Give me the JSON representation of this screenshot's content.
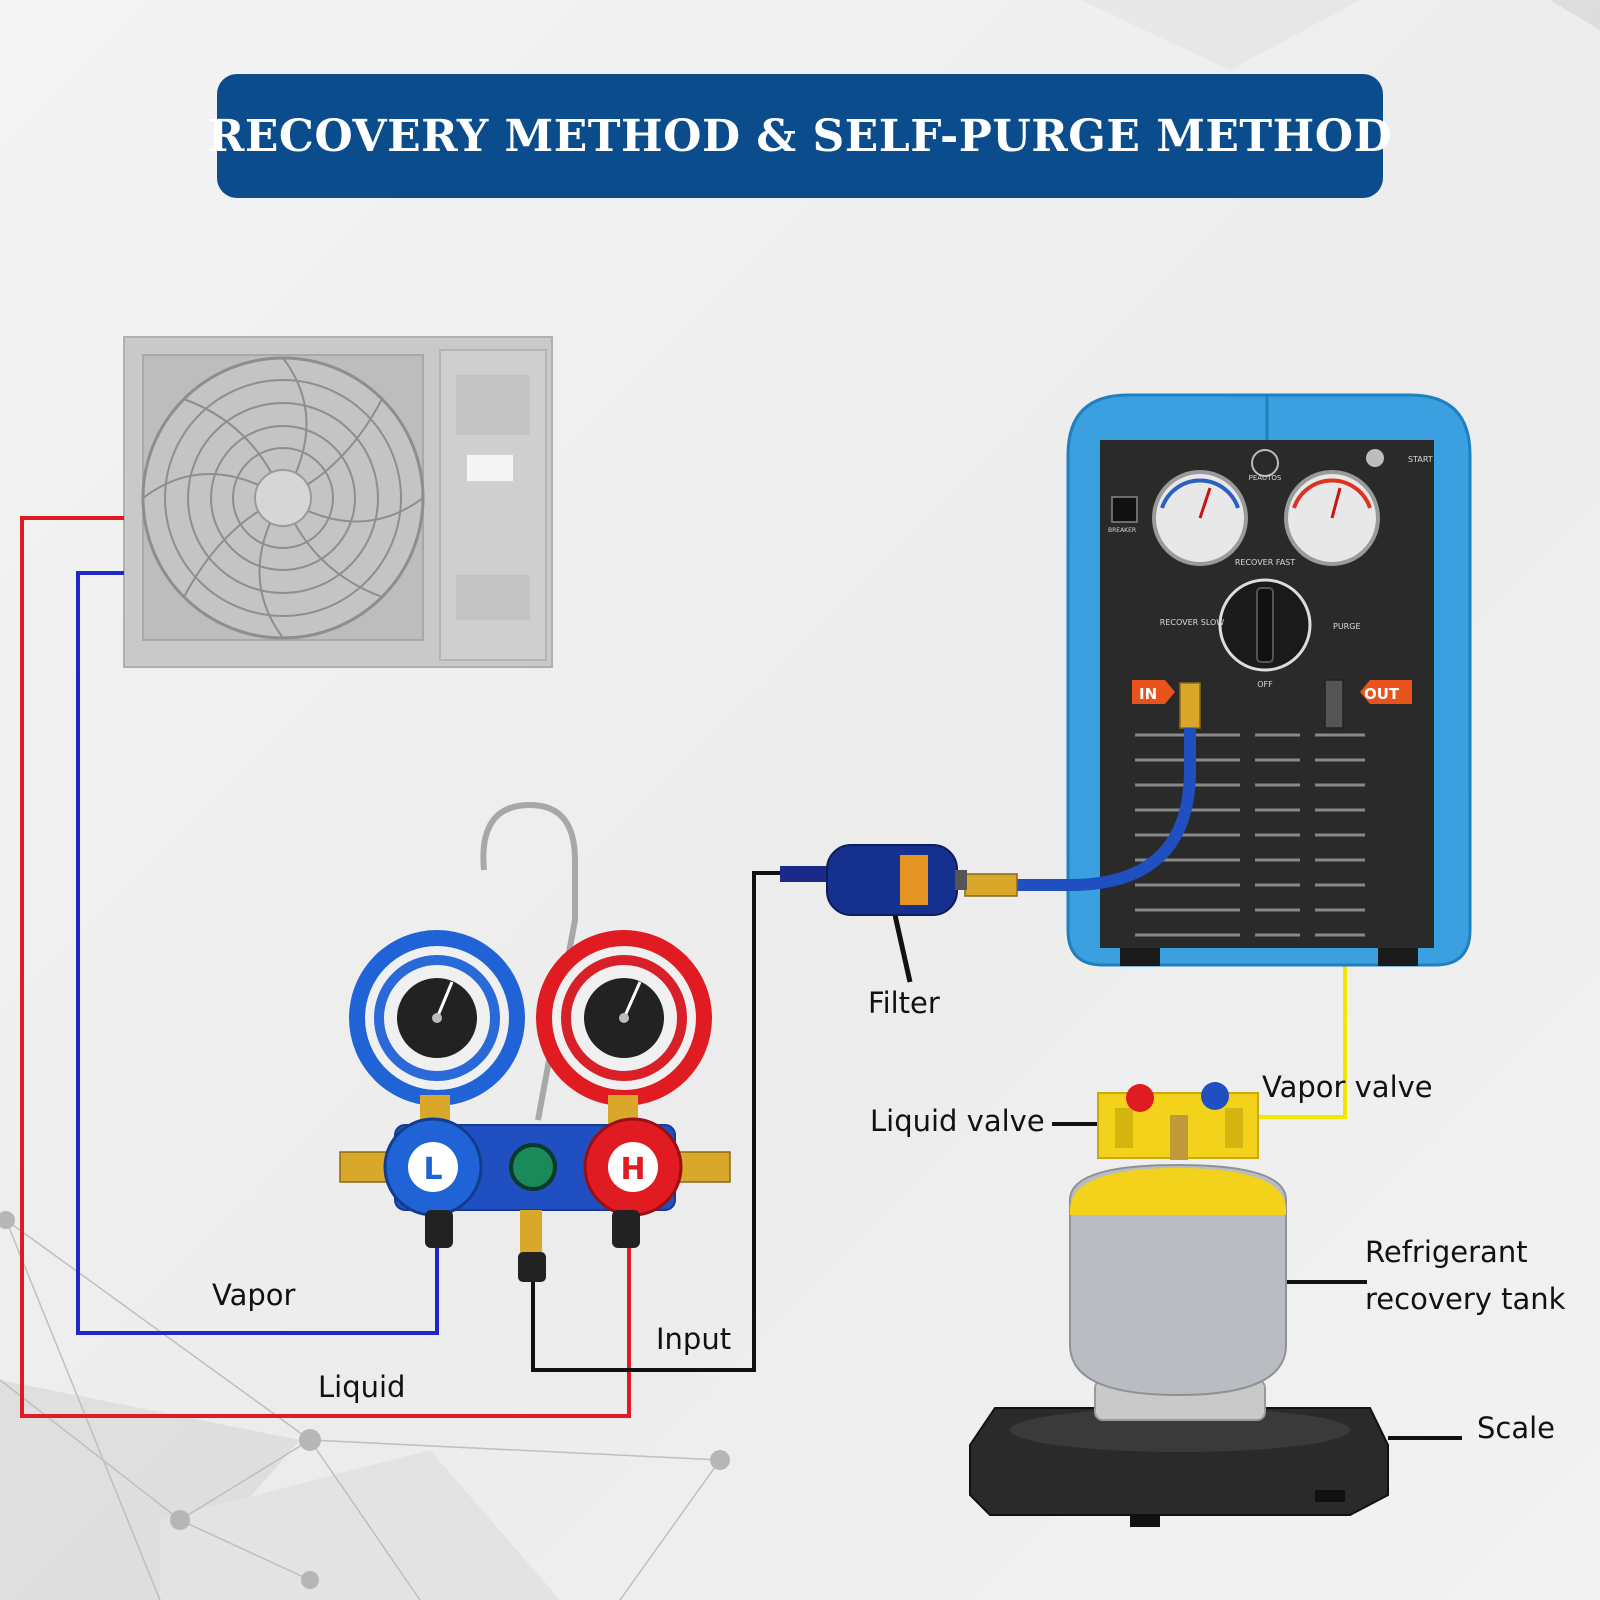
{
  "title": "RECOVERY METHOD & SELF-PURGE METHOD",
  "labels": {
    "filter": "Filter",
    "vapor_valve": "Vapor valve",
    "liquid_valve": "Liquid valve",
    "refrigerant_tank_line1": "Refrigerant",
    "refrigerant_tank_line2": "recovery tank",
    "scale": "Scale",
    "vapor": "Vapor",
    "liquid": "Liquid",
    "input": "Input"
  },
  "machine": {
    "brand": "PEAUTOS",
    "start": "START",
    "breaker": "BREAKER",
    "recover_fast": "RECOVER FAST",
    "recover_slow": "RECOVER SLOW",
    "purge": "PURGE",
    "off": "OFF",
    "in": "IN",
    "out": "OUT"
  },
  "manifold": {
    "low_knob": "L",
    "high_knob": "H"
  },
  "colors": {
    "banner": "#0b4c8c",
    "liquid_line": "#e21b23",
    "vapor_line": "#1e28c8",
    "input_line": "#111111",
    "vapor_valve_line": "#f2e600",
    "recovery_machine": "#3aa0e0",
    "tank_top": "#f2d21a"
  }
}
